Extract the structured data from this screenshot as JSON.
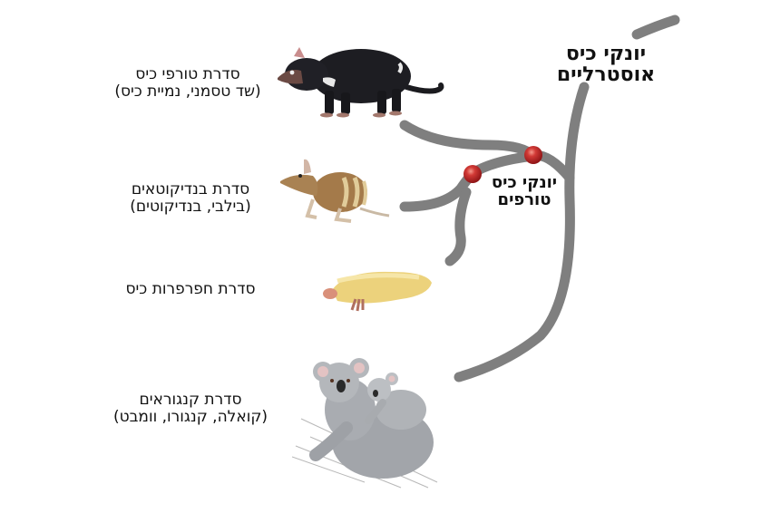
{
  "diagram": {
    "type": "phylogenetic-tree",
    "root_clade": {
      "label_line1": "יונקי כיס",
      "label_line2": "אוסטרליים"
    },
    "sub_clade": {
      "label_line1": "יונקי כיס",
      "label_line2": "טורפים"
    },
    "orders": [
      {
        "name": "סדרת טורפי כיס",
        "examples": "(שד טסמני, נמיית כיס)",
        "animal_icon": "tasmanian-devil-illustration"
      },
      {
        "name": "סדרת בנדיקוטאים",
        "examples": "(בילבי, בנדיקוטים)",
        "animal_icon": "bandicoot-illustration"
      },
      {
        "name": "סדרת חפרפרות כיס",
        "examples": "",
        "animal_icon": "marsupial-mole-illustration"
      },
      {
        "name": "סדרת קנגוראים",
        "examples": "(קואלה, קנגורו, וומבט)",
        "animal_icon": "koala-illustration"
      }
    ],
    "colors": {
      "branch": "#7f7f7f",
      "node": "#c0282a",
      "node_highlight": "#f07a6e",
      "text": "#111111"
    }
  }
}
